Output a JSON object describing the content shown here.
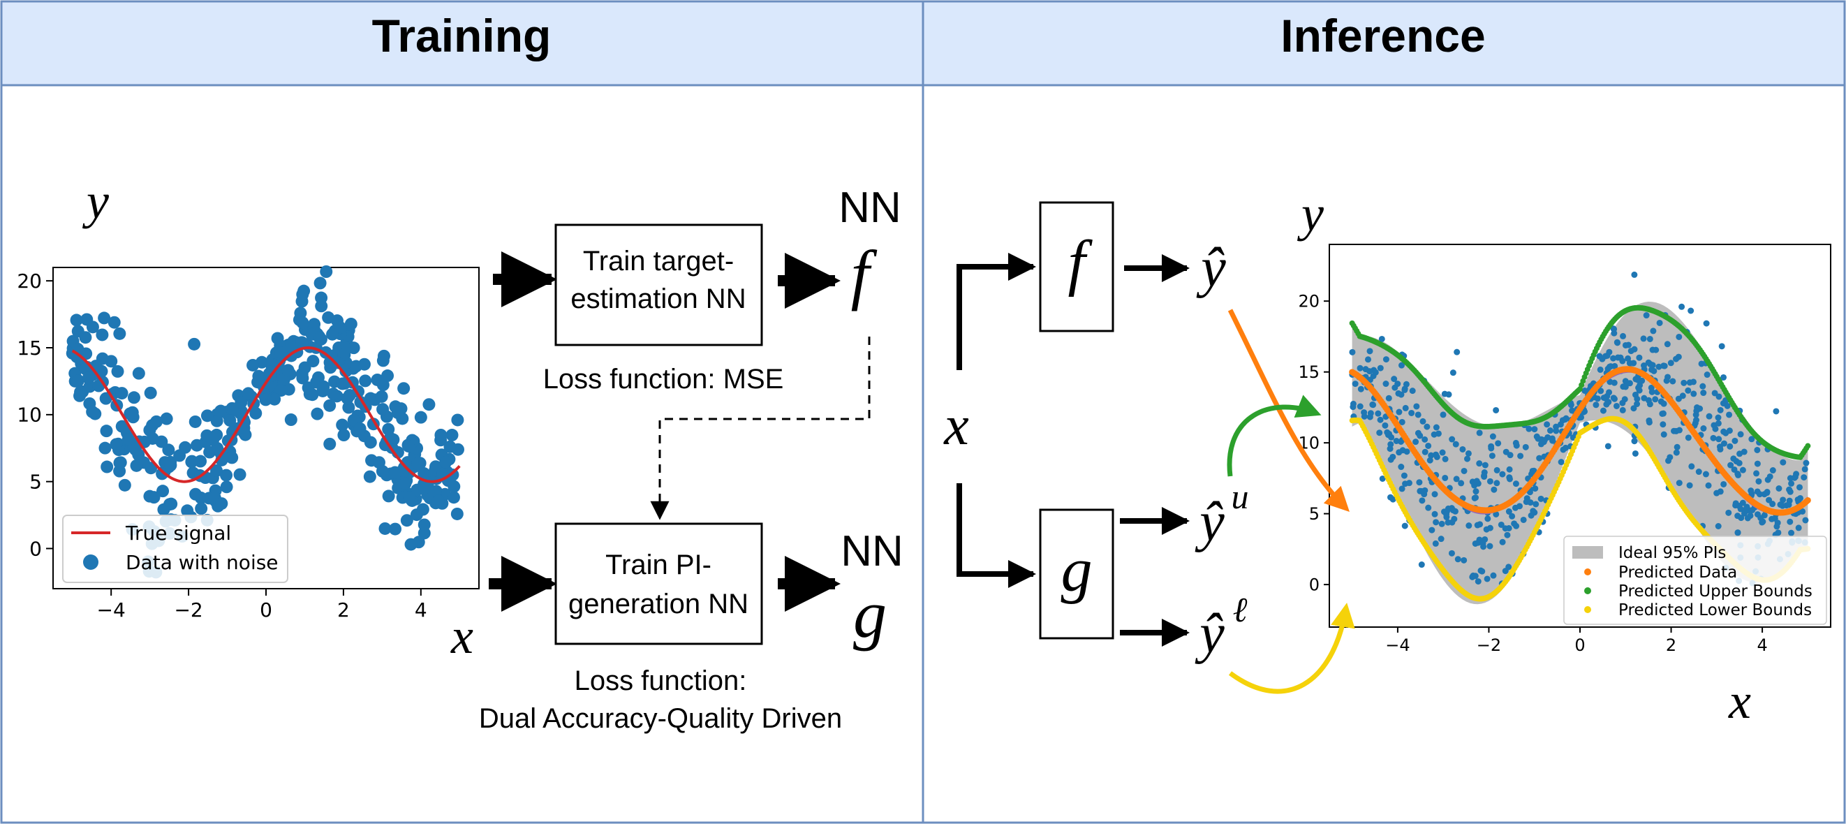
{
  "panels": {
    "training_title": "Training",
    "inference_title": "Inference"
  },
  "training": {
    "box_target": {
      "line1": "Train target-",
      "line2": "estimation NN"
    },
    "box_pi": {
      "line1": "Train PI-",
      "line2": "generation NN"
    },
    "nn_label_f": "NN",
    "nn_label_g": "NN",
    "func_f": "f",
    "func_g": "g",
    "loss_mse": "Loss function: MSE",
    "loss_dual_line1": "Loss function:",
    "loss_dual_line2": "Dual Accuracy-Quality Driven",
    "axis_y": "y",
    "axis_x": "x"
  },
  "inference": {
    "input_x": "x",
    "box_f": "f",
    "box_g": "g",
    "out_yhat": "ŷ",
    "out_yhat_u_base": "ŷ",
    "out_yhat_u_sup": "u",
    "out_yhat_l_base": "ŷ",
    "out_yhat_l_sup": "ℓ",
    "axis_y": "y",
    "axis_x": "x"
  },
  "colors": {
    "panel_header_bg": "#dae8fc",
    "panel_border": "#6c8ebf",
    "scatter_blue": "#1f77b4",
    "true_signal_red": "#d62728",
    "predicted_orange": "#ff7f0e",
    "upper_green": "#2ca02c",
    "lower_yellow": "#f5d20a",
    "pi_gray": "#bdbdbd"
  },
  "chart_data": [
    {
      "type": "scatter",
      "title": "",
      "xlabel": "",
      "ylabel": "",
      "xlim": [
        -5.5,
        5.5
      ],
      "ylim": [
        -3.0,
        21.0
      ],
      "xticks": [
        -4,
        -2,
        0,
        2,
        4
      ],
      "yticks": [
        0,
        5,
        10,
        15,
        20
      ],
      "legend": "lower-left",
      "grid": false,
      "series": [
        {
          "name": "True signal",
          "kind": "line",
          "color": "#d62728",
          "function": "10 + 5*sin(x*pi/3.2 + 0.5)",
          "domain": [
            -5,
            5
          ]
        },
        {
          "name": "Data with noise",
          "kind": "scatter",
          "color": "#1f77b4",
          "n_points": 500,
          "noise": "heteroscedastic"
        }
      ]
    },
    {
      "type": "scatter",
      "title": "",
      "xlabel": "",
      "ylabel": "",
      "xlim": [
        -5.5,
        5.5
      ],
      "ylim": [
        -3.0,
        24.0
      ],
      "xticks": [
        -4,
        -2,
        0,
        2,
        4
      ],
      "yticks": [
        0,
        5,
        10,
        15,
        20
      ],
      "legend": "lower-right",
      "grid": false,
      "series": [
        {
          "name": "Ideal 95% PIs",
          "kind": "band",
          "color": "#bdbdbd"
        },
        {
          "name": "Predicted Data",
          "kind": "scatter",
          "color": "#ff7f0e"
        },
        {
          "name": "Predicted Upper Bounds",
          "kind": "scatter",
          "color": "#2ca02c"
        },
        {
          "name": "Predicted Lower Bounds",
          "kind": "scatter",
          "color": "#f5d20a"
        }
      ]
    }
  ]
}
